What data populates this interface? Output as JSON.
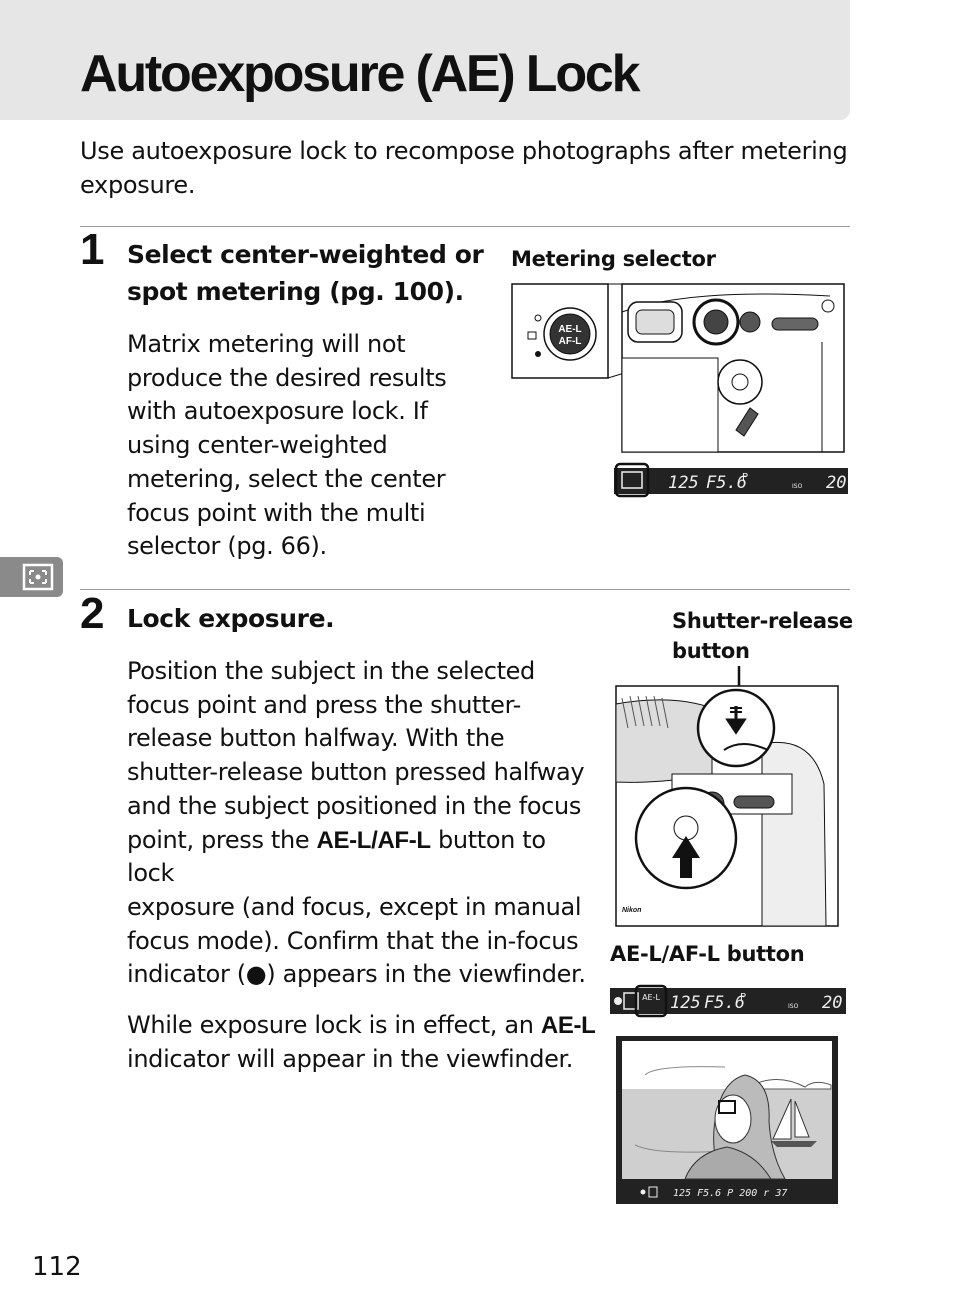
{
  "page": {
    "title": "Autoexposure (AE) Lock",
    "intro": "Use autoexposure lock to recompose photographs after metering exposure.",
    "page_number": "112"
  },
  "step1": {
    "number": "1",
    "heading_line1": "Select center-weighted or",
    "heading_line2": "spot metering (pg. 100).",
    "body_lines": [
      "Matrix metering will not",
      "produce the desired results",
      "with autoexposure lock.  If",
      "using center-weighted",
      "metering, select the center",
      "focus point with the multi",
      "selector (pg. 66)."
    ],
    "figure_label": "Metering selector",
    "dial_label_1": "AE-L",
    "dial_label_2": "AF-L",
    "viewfinder": {
      "shutter": "125",
      "aperture": "F5.6",
      "mode": "P",
      "iso": "ISO",
      "frames": "20"
    }
  },
  "step2": {
    "number": "2",
    "heading": "Lock exposure.",
    "para1_pre": [
      "Position the subject in the selected",
      "focus point and press the shutter-",
      "release button halfway.  With the",
      "shutter-release button pressed halfway",
      "and the subject positioned in the focus"
    ],
    "para1_line6_a": "point, press the ",
    "para1_line6_b": "AE-L",
    "para1_line6_c": "/",
    "para1_line6_d": "AF-L",
    "para1_line6_e": " button to lock",
    "para1_post": [
      "exposure (and focus, except in manual",
      "focus mode).  Confirm that the in-focus"
    ],
    "para1_last_a": "indicator (",
    "para1_last_b": "●",
    "para1_last_c": ") appears in the viewfinder.",
    "para2_line1_a": "While exposure lock is in effect, an ",
    "para2_line1_b": "AE-L",
    "para2_line2": "indicator will appear in the viewfinder.",
    "label_shutter_1": "Shutter-release",
    "label_shutter_2": "button",
    "label_ael_a": "AE-L",
    "label_ael_b": "/",
    "label_ael_c": "AF-L",
    "label_ael_d": " button",
    "camera_brand": "Nikon",
    "viewfinder": {
      "ael": "AE-L",
      "shutter": "125",
      "aperture": "F5.6",
      "mode": "P",
      "iso": "ISO",
      "frames": "20",
      "small_readout": "125  F5.6  P        200  r 37"
    }
  }
}
